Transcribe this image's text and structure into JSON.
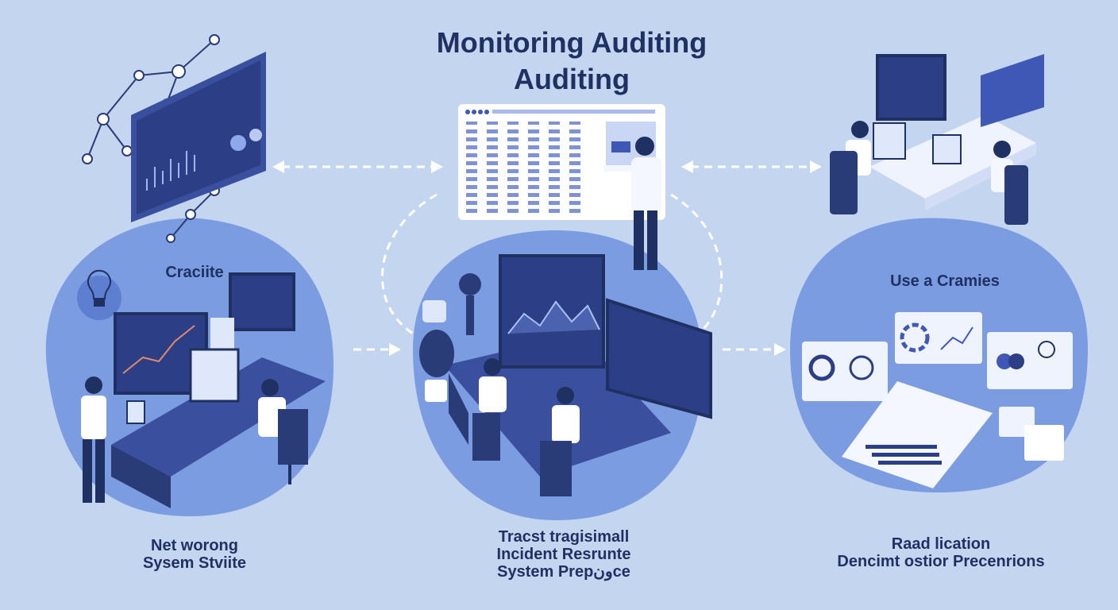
{
  "title": {
    "line1": "Monitoring Auditing",
    "line2": "Auditing"
  },
  "panels": [
    {
      "top_label": "Craciite",
      "bottom_label": [
        "Net worong",
        "Sysem Stviite"
      ]
    },
    {
      "bottom_label": [
        "Tracst tragisimall",
        "Incident  Resrunte",
        "System Prepونce"
      ]
    },
    {
      "top_label": "Use a Cramies",
      "bottom_label": [
        "Raad lication",
        "Dencimt ostior Precenrions"
      ]
    }
  ],
  "colors": {
    "background": "#c4d5ef",
    "blob": "#7b9ce0",
    "navy": "#1f3163",
    "accent": "#3f58b5"
  }
}
